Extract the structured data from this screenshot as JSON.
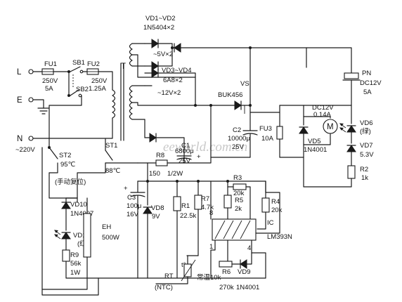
{
  "terminals": {
    "live": "L",
    "earth": "E",
    "neutral": "N",
    "mains": "~220V"
  },
  "fu1": {
    "name": "FU1",
    "rating_v": "250V",
    "rating_a": "5A"
  },
  "sb1": "SB1",
  "sb2": "SB2",
  "fu2": {
    "name": "FU2",
    "rating_v": "250V",
    "rating_a": "1.25A"
  },
  "transformer": "T",
  "vd1_vd2": {
    "name": "VD1~VD2",
    "part": "1N5404×2"
  },
  "winding_5v": "~5V×2",
  "vd3_vd4": {
    "name": "VD3~VD4",
    "part": "6A8×2"
  },
  "winding_12v": "~12V×2",
  "vs": {
    "name": "VS",
    "part": "BUK456"
  },
  "pn": {
    "name": "PN",
    "rating_v": "DC12V",
    "rating_a": "5A"
  },
  "motor": {
    "rating_v": "DC12V",
    "rating_a": "0.14A",
    "symbol": "M"
  },
  "vd5": {
    "name": "VD5",
    "part": "1N4001"
  },
  "vd6": {
    "name": "VD6",
    "color": "(绿)"
  },
  "vd7": {
    "name": "VD7",
    "value": "5.3V"
  },
  "r2": {
    "name": "R2",
    "value": "1k"
  },
  "c2": {
    "name": "C2",
    "value": "10000μ",
    "voltage": "25V"
  },
  "fu3": {
    "name": "FU3",
    "rating": "10A"
  },
  "watermark": "eeworld.com.cn",
  "st2": {
    "name": "ST2",
    "temp": "95℃",
    "note": "(手动复位)"
  },
  "st1": {
    "name": "ST1",
    "temp": "88℃"
  },
  "r8": {
    "name": "R8",
    "value": "150",
    "power": "1/2W"
  },
  "c1": {
    "name": "C1",
    "value": "6800μ",
    "voltage": "25V",
    "polarity": "+"
  },
  "c3": {
    "name": "C3",
    "value": "100μ",
    "voltage": "16V",
    "polarity": "+"
  },
  "vd8": {
    "name": "VD8",
    "value": "9V"
  },
  "r1": {
    "name": "R1",
    "value": "22.5k"
  },
  "r7": {
    "name": "R7",
    "value": "4.7k"
  },
  "r3": {
    "name": "R3",
    "value": "20k"
  },
  "r5": {
    "name": "R5",
    "value": "2k"
  },
  "r4": {
    "name": "R4",
    "value": "20k"
  },
  "ic": {
    "name": "IC",
    "part": "LM393N",
    "pin8": "8",
    "pin4": "4",
    "pin1": "1"
  },
  "vd10": {
    "name": "VD10",
    "part": "1N4007"
  },
  "vd11": {
    "name": "VD11",
    "color": "(红)"
  },
  "eh": {
    "name": "EH",
    "power": "500W"
  },
  "r9": {
    "name": "R9",
    "value": "56k",
    "power": "1W"
  },
  "rt": {
    "name": "RT",
    "type": "(NTC)",
    "note": "常温10k",
    "t_mark": "t°"
  },
  "r6": {
    "name": "R6",
    "value": "270k"
  },
  "vd9": {
    "name": "VD9",
    "part": "1N4001"
  }
}
